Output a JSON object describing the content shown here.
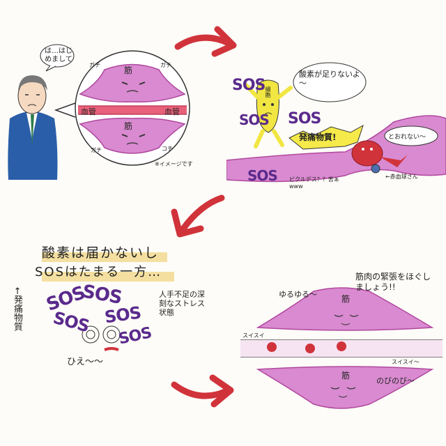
{
  "panel1": {
    "speech": "は…はじめまして",
    "muscle_top": "筋",
    "muscle_bottom": "筋",
    "vessel_left": "血管",
    "vessel_right": "血管",
    "fx_gachi": "ガチ",
    "fx_gachi_b": "ガチ",
    "fx_kochi": "コチ",
    "fx_gachi_c": "ガチ",
    "note": "※イメージです"
  },
  "panel2": {
    "sos1": "SOS",
    "sos2": "SOS",
    "sos3": "SOS",
    "sos4": "SOS",
    "cell_label": "細胞",
    "bubble": "酸素が足りないよ～",
    "pain": "発痛物質!",
    "blood_speech": "とおれない～",
    "blood_name": "←赤血球さん",
    "joke": "ピクルデス？？苦ぁwww"
  },
  "panel3": {
    "headline1": "酸素は届かないし",
    "headline2": "SOSはたまる一方…",
    "side_left": "←発痛物質",
    "side_right": "人手不足の深刻なストレス状態",
    "scream": "ひえ～～",
    "sos": "SOS"
  },
  "panel4": {
    "caption": "筋肉の緊張をほぐしましょう!!",
    "loose": "ゆるゆる～",
    "muscle_top": "筋",
    "muscle_bottom": "筋",
    "flow_left": "スイスイ",
    "flow_right": "スイスイ～",
    "stretch": "のびのび～"
  },
  "colors": {
    "muscle": "#d98ad0",
    "muscle_dark": "#b0479e",
    "vessel": "#e8617a",
    "arrow": "#d1333b",
    "sos": "#5a2a8c",
    "suit": "#2a5ea8",
    "cell": "#f1e642"
  }
}
